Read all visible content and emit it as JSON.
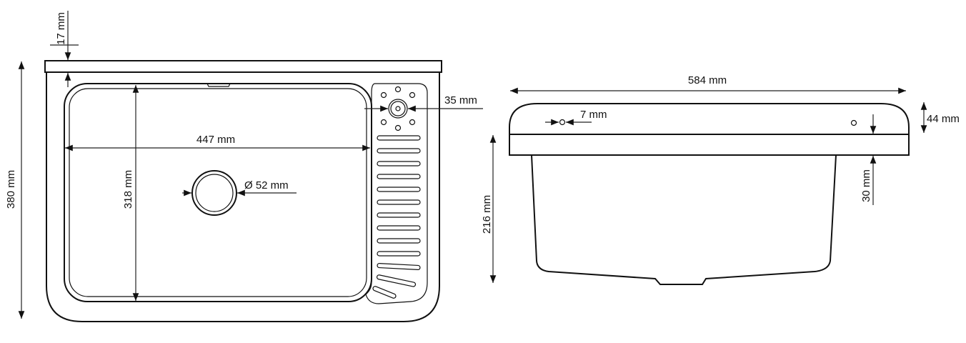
{
  "top_view": {
    "overall_depth": "380 mm",
    "rim_height": "17 mm",
    "basin_depth": "318 mm",
    "basin_width": "447 mm",
    "drain_diameter": "Ø 52 mm",
    "tap_hole": "35 mm"
  },
  "front_view": {
    "overall_width": "584 mm",
    "overflow_hole": "7 mm",
    "backsplash_height": "44 mm",
    "rim_thickness": "30 mm",
    "overall_height": "216 mm"
  },
  "colors": {
    "line": "#111111",
    "background": "#ffffff"
  }
}
